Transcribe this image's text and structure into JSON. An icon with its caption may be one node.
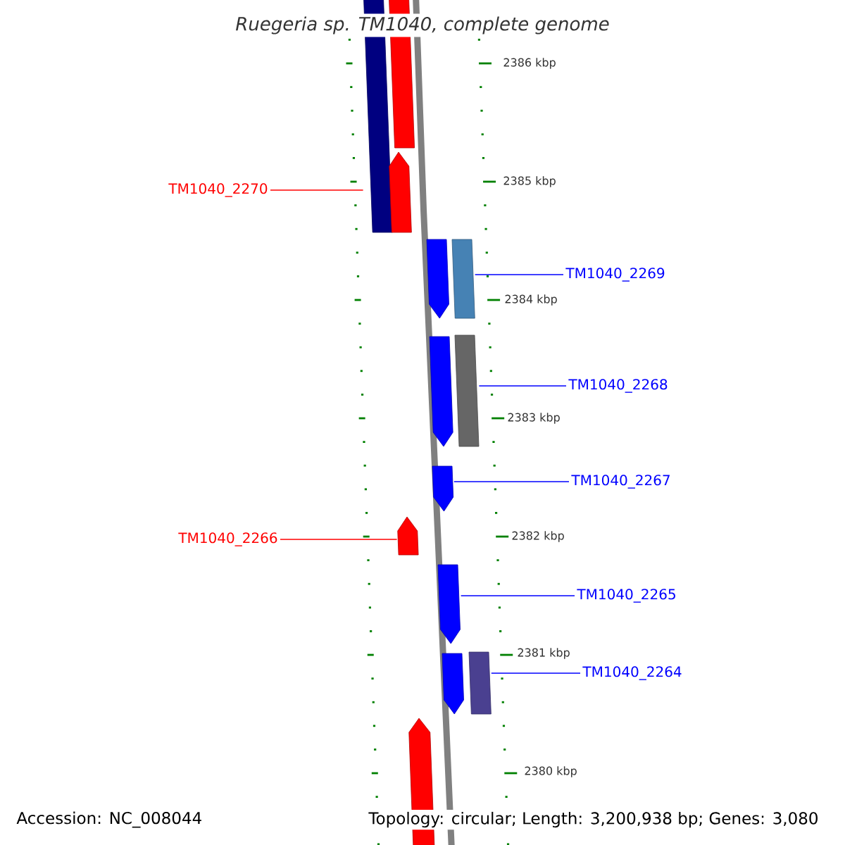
{
  "diagram": {
    "title": "Ruegeria sp. TM1040, complete genome",
    "nodes": [
      {
        "text": [
          "TM1040_2270"
        ]
      },
      {
        "text": [
          "TM1040_2269"
        ]
      },
      {
        "text": [
          "TM1040_2268"
        ]
      },
      {
        "text": [
          "TM1040_2267"
        ]
      },
      {
        "text": [
          "TM1040_2266"
        ]
      },
      {
        "text": [
          "TM1040_2265"
        ]
      },
      {
        "text": [
          "TM1040_2264"
        ]
      },
      {
        "text": [],
        "shape": "bar"
      },
      {
        "text": [],
        "shape": "bar"
      },
      {
        "text": [],
        "shape": "pentagon"
      },
      {
        "text": [],
        "shape": "pentagon"
      },
      {
        "text": [],
        "shape": "bar"
      },
      {
        "text": [],
        "shape": "pentagon"
      },
      {
        "text": [],
        "shape": "bar"
      },
      {
        "text": [],
        "shape": "pentagon"
      },
      {
        "text": [],
        "shape": "pentagon"
      },
      {
        "text": [],
        "shape": "pentagon"
      },
      {
        "text": [],
        "shape": "pentagon"
      },
      {
        "text": [],
        "shape": "bar"
      },
      {
        "text": [],
        "shape": "pentagon"
      }
    ],
    "edges": [
      {
        "from": 0,
        "to": 7,
        "arrow": "none",
        "color": "#ff0000"
      },
      {
        "from": 1,
        "to": 11,
        "arrow": "none"
      },
      {
        "from": 2,
        "to": 13,
        "arrow": "none"
      },
      {
        "from": 3,
        "to": 14,
        "arrow": "none"
      },
      {
        "from": 4,
        "to": 15,
        "arrow": "none",
        "color": "#ff0000"
      },
      {
        "from": 5,
        "to": 16,
        "arrow": "none"
      },
      {
        "from": 6,
        "to": 18,
        "arrow": "none"
      }
    ],
    "labels": [
      "2386 kbp",
      "2385 kbp",
      "2384 kbp",
      "2383 kbp",
      "2382 kbp",
      "2381 kbp",
      "2380 kbp",
      "Accession: NC_008044",
      "Topology: circular; Length: 3,200,938 bp; Genes: 3,080"
    ]
  }
}
